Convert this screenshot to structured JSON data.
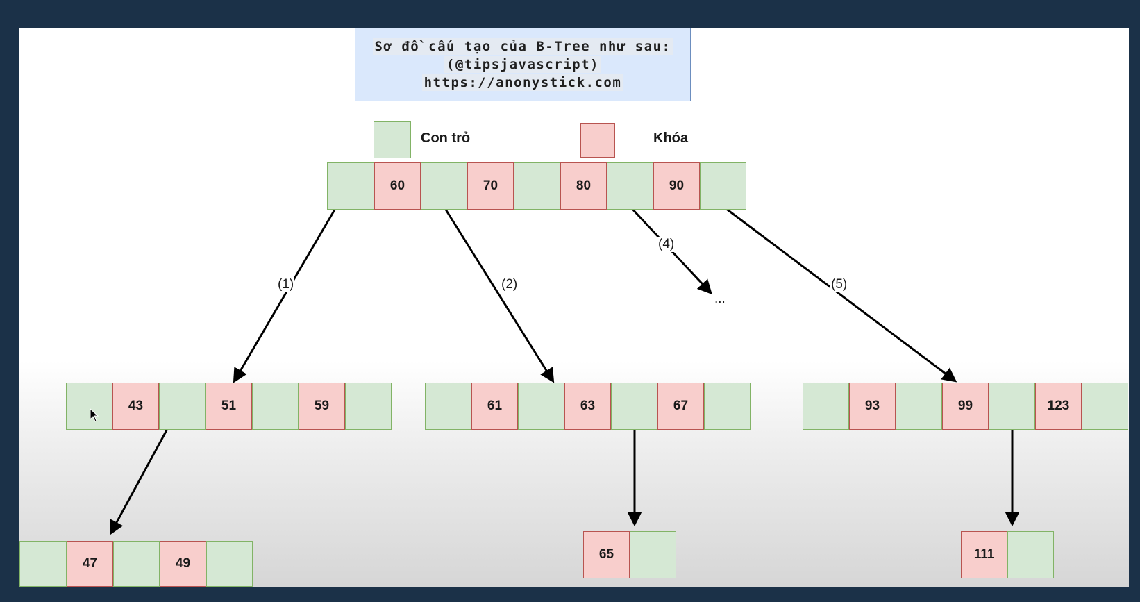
{
  "title": {
    "line1": "Sơ đồ cấu tạo của B-Tree như sau:",
    "line2": "(@tipsjavascript)",
    "line3": "https://anonystick.com"
  },
  "legend": {
    "pointer_label": "Con trỏ",
    "key_label": "Khóa"
  },
  "colors": {
    "pointer_fill": "#d5e8d4",
    "pointer_stroke": "#82b366",
    "key_fill": "#f8cecc",
    "key_stroke": "#b85450",
    "title_fill": "#dae8fc",
    "title_stroke": "#6c8ebf"
  },
  "nodes": {
    "root": [
      "60",
      "70",
      "80",
      "90"
    ],
    "child1": [
      "43",
      "51",
      "59"
    ],
    "child2": [
      "61",
      "63",
      "67"
    ],
    "child5": [
      "93",
      "99",
      "123"
    ],
    "leaf_a": [
      "47",
      "49"
    ],
    "leaf_b": [
      "65"
    ],
    "leaf_c": [
      "111"
    ]
  },
  "edge_labels": {
    "e1": "(1)",
    "e2": "(2)",
    "e4": "(4)",
    "e5": "(5)",
    "ellipsis": "..."
  }
}
